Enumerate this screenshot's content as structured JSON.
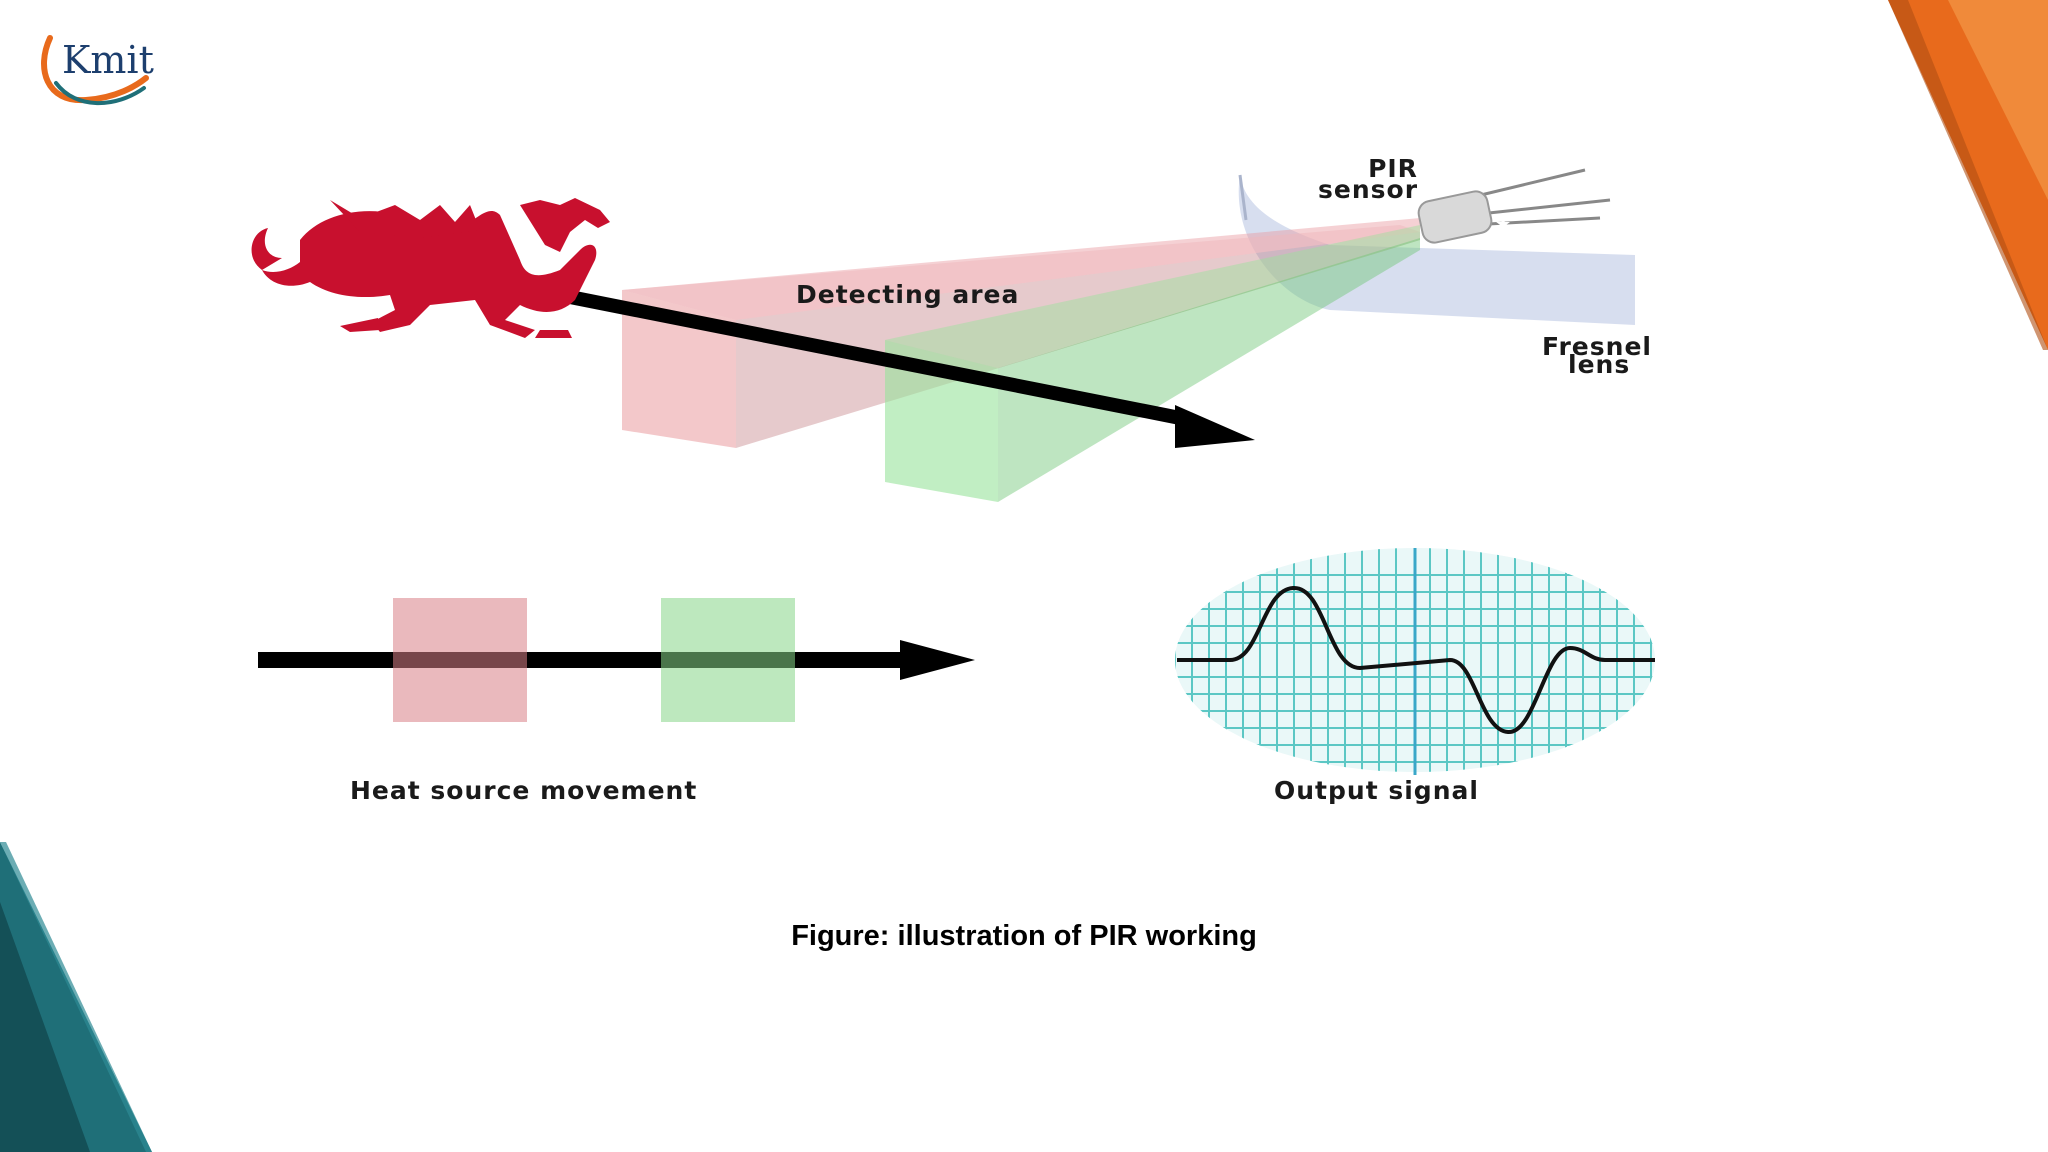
{
  "logo": {
    "text": "Kmit"
  },
  "diagram": {
    "pir_label_line1": "PIR",
    "pir_label_line2": "sensor",
    "detecting_label": "Detecting area",
    "fresnel_label_line1": "Fresnel",
    "fresnel_label_line2": "lens",
    "heat_label": "Heat source movement",
    "output_label": "Output signal"
  },
  "caption": "Figure: illustration of PIR working",
  "colors": {
    "zone_red": "#e99a9f",
    "zone_green": "#98e39b",
    "lens": "#c9d3ea",
    "grid": "#5cc7c4",
    "dragon": "#c8102e",
    "accent_orange": "#e86a1c",
    "accent_teal": "#1f6f78"
  },
  "icons": [
    "dragon-icon",
    "pir-sensor-icon",
    "arrow-icon"
  ]
}
